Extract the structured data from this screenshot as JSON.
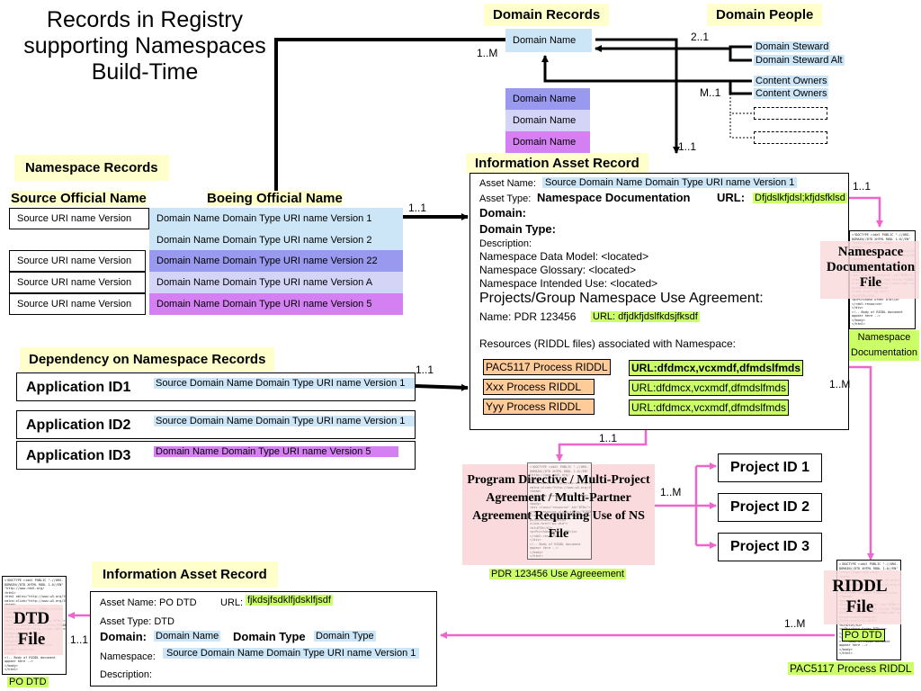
{
  "title": "Records in Registry supporting Namespaces Build-Time",
  "domain_records": {
    "label": "Domain Records",
    "top_box": "Domain Name",
    "stack": [
      "Domain Name",
      "Domain Name",
      "Domain Name"
    ]
  },
  "domain_people": {
    "label": "Domain People",
    "items": [
      "Domain Steward",
      "Domain Steward Alt",
      "Content Owners",
      "Content Owners"
    ]
  },
  "multiplicity": {
    "two_to_one": "2..1",
    "one_to_m_top": "1..M",
    "m_to_one": "M..1",
    "one_to_one_domain": "1..1",
    "one_to_one_ns": "1..1",
    "one_to_one_docfile": "1..1",
    "one_to_one_dep": "1..1",
    "one_to_m_riddl": "1..M",
    "one_to_one_program": "1..1",
    "one_to_m_projects": "1..M",
    "one_to_m_bottom": "1..M",
    "one_to_one_dtd": "1..1"
  },
  "namespace_records": {
    "label": "Namespace Records",
    "source_header": "Source Official Name",
    "boeing_header": "Boeing Official Name",
    "source_names": [
      "Source URI name  Version",
      "Source URI name Version",
      "Source URI name Version",
      "Source URI name Version"
    ],
    "official_names": [
      "Domain Name Domain Type URI name Version 1",
      "Domain Name Domain Type URI name Version 2",
      "Domain Name Domain Type URI name Version 22",
      "Domain Name Domain Type URI name Version A",
      "Domain Name Domain Type URI name Version 5"
    ]
  },
  "info_asset_top": {
    "label": "Information Asset Record",
    "asset_name_label": "Asset Name:",
    "asset_name_value": "Source Domain Name Domain Type URI name Version 1",
    "asset_type_label": "Asset Type:",
    "asset_type_value": "Namespace Documentation",
    "url_label": "URL:",
    "url_value": "Dfjdslkfjdsl;kfjdsfklsd",
    "domain_label": "Domain:",
    "domain_type_label": "Domain Type:",
    "description_label": "Description:",
    "data_model": "Namespace  Data Model: <located>",
    "glossary": "Namespace Glossary: <located>",
    "intended_use": "Namespace Intended Use: <located>",
    "agreement": "Projects/Group Namespace Use Agreement:",
    "agreement_name": "Name: PDR 123456",
    "agreement_url": "URL: dfjdkfjdslfkdsjfksdf",
    "resources": "Resources (RIDDL files) associated with Namespace:",
    "riddl": [
      "PAC5117 Process RIDDL",
      "Xxx  Process RIDDL",
      "Yyy  Process RIDDL"
    ],
    "riddl_urls": [
      "URL:dfdmcx,vcxmdf,dfmdslfmds",
      "URL:dfdmcx,vcxmdf,dfmdslfmds",
      "URL:dfdmcx,vcxmdf,dfmdslfmds"
    ]
  },
  "ns_doc_file": {
    "title": "Namespace Documentation File",
    "caption": "Namespace Documentation"
  },
  "dependency": {
    "label": "Dependency on Namespace Records",
    "apps": [
      {
        "id": "Application ID1",
        "record": "Source Domain Name Domain Type URI name Version 1"
      },
      {
        "id": "Application ID2",
        "record": "Source Domain Name Domain Type URI name  Version 1"
      },
      {
        "id": "Application ID3",
        "record": "Domain Name Domain Type URI name   Version 5"
      }
    ]
  },
  "program_directive": {
    "text": "Program Directive / Multi-Project Agreement / Multi-Partner Agreement Requiring Use of NS File",
    "caption": "PDR 123456 Use Agreeement"
  },
  "projects": [
    "Project ID 1",
    "Project ID 2",
    "Project ID 3"
  ],
  "riddl_file": {
    "title": "RIDDL File",
    "tag": "PO DTD",
    "caption": "PAC5117 Process RIDDL"
  },
  "info_asset_bottom": {
    "label": "Information Asset Record",
    "asset_name_label": "Asset Name:  PO DTD",
    "url_label": "URL:",
    "url_value": "fjkdsjfsdklfjdsklfjsdf",
    "asset_type": "Asset Type: DTD",
    "domain_label": "Domain:",
    "domain_value": "Domain Name",
    "domain_type_label": "Domain Type",
    "domain_type_value": "Domain Type",
    "namespace_label": "Namespace:",
    "namespace_value": "Source Domain Name Domain Type URI name Version 1",
    "description_label": "Description:"
  },
  "dtd_file": {
    "title": "DTD File",
    "caption": "PO DTD"
  },
  "doc_lines": [
    "<!DOCTYPE riddl PUBLIC \"-//ORG-",
    "DOMAIN//DTD XHTML RDDL 1.0//EN\"",
    "\"http://www.rddl.org/",
    "<html>",
    "<html xmlns=\"http://www.w3.org/1999/xhtml",
    " xmlns:xlink=\"http://www.w3.org/1999/xlink\">",
    "<head>",
    "<title>My Process RIDDL</title>",
    "</head>",
    "<body>",
    "<div class=\"resource\" id=\"DTDs\">",
    "<rddl:resource xlink:title=\"RIDDL\"",
    "xlink:arcrole=\"http://www.rddl.org/",
    "purposes#validation\"",
    "xlink:href=\"po.dtd\">",
    "<h2>DTD</h2>",
    "<p>Purchase Order DTD</p>",
    "</rddl:resource>",
    "</div>",
    "<!-- Body of RIDDL document ",
    "appear here -->",
    "</body>",
    "</html>"
  ],
  "colors": {
    "pink_arrow": "#ee66cc",
    "black_arrow": "#000000",
    "label_yellow": "#ffffcc",
    "url_green": "#ccff66",
    "light_blue": "#cce6f8",
    "lavender": "#d4d4f7",
    "purple": "#9999f0",
    "magenta": "#d580f2",
    "orange": "#ffcc99",
    "pink_box": "#fadadd"
  }
}
